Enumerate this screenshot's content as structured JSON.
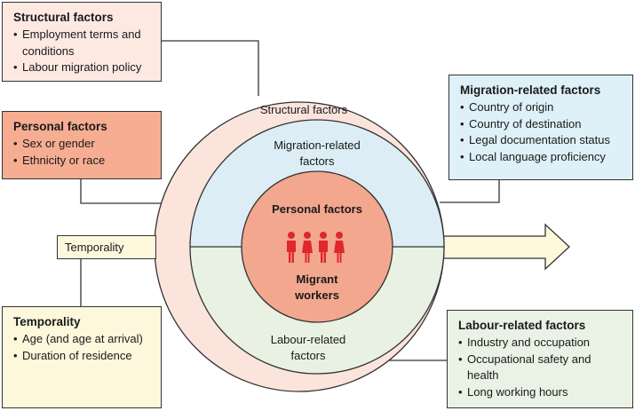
{
  "colors": {
    "outer_ring": "#fbe4dc",
    "migration_half": "#dcedf5",
    "labour_half": "#e8f1e2",
    "personal_circle": "#f2a78e",
    "people": "#e0272d",
    "arrow_fill": "#fdf7dc",
    "structural_box": "#fde9e2",
    "personal_box": "#f6ad92",
    "migration_box": "#def0f8",
    "temporality_box": "#fdf7dc",
    "labour_box": "#e9f2e4",
    "line": "#333333"
  },
  "boxes": {
    "structural": {
      "title": "Structural factors",
      "items": [
        "Employment terms and conditions",
        "Labour migration policy"
      ]
    },
    "personal": {
      "title": "Personal factors",
      "items": [
        "Sex or gender",
        "Ethnicity or race"
      ]
    },
    "migration": {
      "title": "Migration-related factors",
      "items": [
        "Country of origin",
        "Country of destination",
        "Legal documentation status",
        "Local language proficiency"
      ]
    },
    "temporality": {
      "title": "Temporality",
      "items": [
        "Age (and age at arrival)",
        "Duration of residence"
      ]
    },
    "labour": {
      "title": "Labour-related factors",
      "items": [
        "Industry and occupation",
        "Occupational safety and health",
        "Long working hours"
      ]
    }
  },
  "circle": {
    "structural_label": "Structural factors",
    "migration_label_line1": "Migration-related",
    "migration_label_line2": "factors",
    "personal_label": "Personal factors",
    "center_line1": "Migrant",
    "center_line2": "workers",
    "labour_label_line1": "Labour-related",
    "labour_label_line2": "factors",
    "people_icon": "migrant-workers-icon"
  },
  "arrow": {
    "label": "Temporality"
  }
}
